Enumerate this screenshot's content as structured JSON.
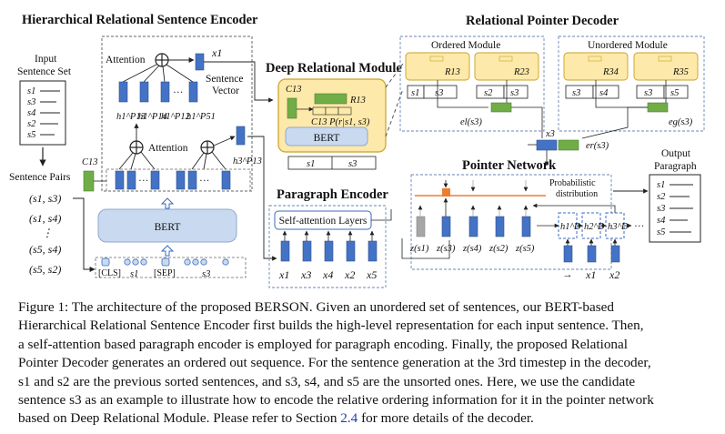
{
  "titles": {
    "encoder": "Hierarchical Relational Sentence Encoder",
    "decoder": "Relational Pointer Decoder",
    "drm": "Deep Relational Module",
    "para": "Paragraph Encoder",
    "pointer": "Pointer Network"
  },
  "input_set": {
    "label_1": "Input",
    "label_2": "Sentence Set",
    "sentences": [
      "s1",
      "s3",
      "s4",
      "s2",
      "s5"
    ]
  },
  "sentence_pairs": {
    "label": "Sentence Pairs",
    "pairs": [
      "(s1, s3)",
      "(s1, s4)",
      "⋮",
      "(s5, s4)",
      "(s5, s2)"
    ]
  },
  "encoder": {
    "attention_top": "Attention",
    "attention_mid": "Attention",
    "sentence_vector_1": "Sentence",
    "sentence_vector_2": "Vector",
    "x1": "x1",
    "c13": "C13",
    "h_labels": [
      "h1^P13",
      "h1^P14",
      "h1^P12",
      "h1^P51"
    ],
    "h3": "h3^P13",
    "bert": "BERT",
    "tokens": [
      "[CLS]",
      "s1",
      "[SEP]",
      "s3"
    ]
  },
  "drm": {
    "c13": "C13",
    "r13": "R13",
    "formula": "C13 P(r|s1, s3)",
    "bert": "BERT",
    "inputs": [
      "s1",
      "s3"
    ]
  },
  "paragraph_encoder": {
    "block": "Self-attention Layers",
    "outputs": [
      "x1",
      "x3",
      "x4",
      "x2",
      "x5"
    ]
  },
  "ordered_module": {
    "label": "Ordered Module",
    "relations": [
      "R13",
      "R23"
    ],
    "inputs": [
      [
        "s1",
        "s3"
      ],
      [
        "s2",
        "s3"
      ]
    ],
    "output": "el(s3)"
  },
  "unordered_module": {
    "label": "Unordered Module",
    "relations": [
      "R34",
      "R35"
    ],
    "inputs": [
      [
        "s3",
        "s4"
      ],
      [
        "s3",
        "s5"
      ]
    ],
    "output": "eg(s3)"
  },
  "decoder": {
    "x3": "x3",
    "er": "er(s3)"
  },
  "pointer": {
    "prob_1": "Probabilistic",
    "prob_2": "distribution",
    "z_labels": [
      "z(s1)",
      "z(s3)",
      "z(s4)",
      "z(s2)",
      "z(s5)"
    ],
    "hd_labels": [
      "h1^D",
      "h2^D",
      "h3^D"
    ],
    "dec_inputs": [
      "→",
      "x1",
      "x2"
    ],
    "ellipsis": "···"
  },
  "output_paragraph": {
    "label_1": "Output",
    "label_2": "Paragraph",
    "sentences": [
      "s1",
      "s2",
      "s3",
      "s4",
      "s5"
    ]
  },
  "caption": {
    "lines": [
      "Figure 1: The architecture of the proposed BERSON. Given an unordered set of sentences, our BERT-based",
      "Hierarchical Relational Sentence Encoder first builds the high-level representation for each input sentence. Then,",
      "a self-attention based paragraph encoder is employed for paragraph encoding. Finally, the proposed Relational",
      "Pointer Decoder generates an ordered out sequence. For the sentence generation at the 3rd timestep in the decoder,",
      "s1 and s2 are the previous sorted sentences, and s3, s4, and s5 are the unsorted ones. Here, we use the candidate",
      "sentence s3 as an example to illustrate how to encode the relative ordering information for it in the pointer network"
    ],
    "last_prefix": "based on Deep Relational Module. Please refer to Section ",
    "section_ref": "2.4",
    "last_suffix": " for more details of the decoder."
  },
  "colors": {
    "vec_blue": "#4472c4",
    "green": "#70ad47",
    "bert_fill": "#c9d9ef",
    "drm_fill": "#fde9a9",
    "drm_border": "#c9a227",
    "orange": "#ed7d31",
    "grey": "#a6a6a6"
  }
}
